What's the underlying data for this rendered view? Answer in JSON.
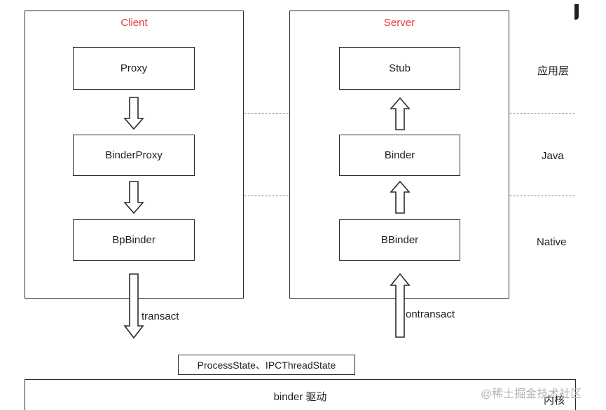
{
  "client": {
    "title": "Client",
    "boxes": [
      "Proxy",
      "BinderProxy",
      "BpBinder"
    ],
    "arrow_label": "transact"
  },
  "server": {
    "title": "Server",
    "boxes": [
      "Stub",
      "Binder",
      "BBinder"
    ],
    "arrow_label": "ontransact"
  },
  "layers": [
    "应用层",
    "Java",
    "Native"
  ],
  "state_box": "ProcessState、IPCThreadState",
  "driver_box": "binder 驱动",
  "kernel_label": "内核",
  "watermark": "@稀土掘金技术社区",
  "colors": {
    "title_red": "#e8393a",
    "stroke": "#2b2b2b"
  }
}
